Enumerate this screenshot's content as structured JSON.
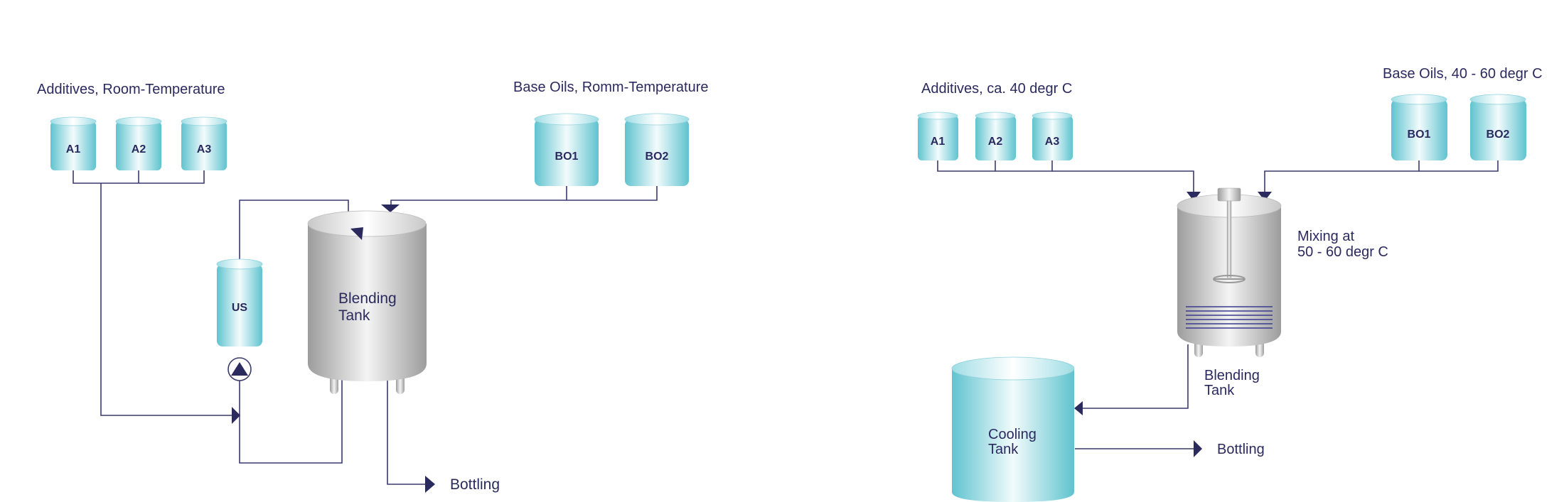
{
  "left": {
    "additives_heading": "Additives, Room-Temperature",
    "base_oils_heading": "Base Oils, Romm-Temperature",
    "additive_tanks": [
      "A1",
      "A2",
      "A3"
    ],
    "base_oil_tanks": [
      "BO1",
      "BO2"
    ],
    "us_tank": "US",
    "blending_tank": [
      "Blending",
      "Tank"
    ],
    "bottling": "Bottling"
  },
  "right": {
    "additives_heading": "Additives, ca. 40 degr C",
    "base_oils_heading": "Base Oils, 40 - 60 degr C",
    "additive_tanks": [
      "A1",
      "A2",
      "A3"
    ],
    "base_oil_tanks": [
      "BO1",
      "BO2"
    ],
    "mixing_note": [
      "Mixing at",
      "50 - 60 degr C"
    ],
    "blending_tank": [
      "Blending",
      "Tank"
    ],
    "cooling_tank": [
      "Cooling",
      "Tank"
    ],
    "bottling": "Bottling"
  },
  "colors": {
    "ink": "#2a2a5e",
    "cyan_tank": "#6cc8d4",
    "steel_tank": "#b0b0b0"
  }
}
